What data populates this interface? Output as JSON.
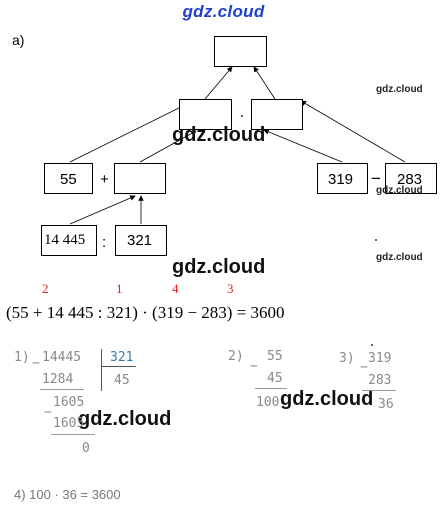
{
  "header": {
    "site_title": "gdz.cloud"
  },
  "part_label": "а)",
  "tree": {
    "leaf_a": "55",
    "plus_sign": "+",
    "leaf_b": "14 445",
    "div_sign": ":",
    "leaf_c": "321",
    "leaf_d": "319",
    "minus_sign": "−",
    "leaf_e": "283",
    "mult_sign": "·"
  },
  "watermarks": {
    "large": "gdz.cloud",
    "small": "gdz.cloud"
  },
  "order": {
    "n1": "2",
    "n2": "1",
    "n3": "4",
    "n4": "3"
  },
  "expression": "(55 + 14 445 : 321) · (319 − 283) = 3600",
  "calculations": {
    "step1_label": "1)",
    "step1_dividend": "14445",
    "step1_divisor": "321",
    "step1_sub1": "1284",
    "step1_quotient": "45",
    "step1_rem1": "1605",
    "step1_sub2": "1605",
    "step1_rem2": "0",
    "step2_label": "2)",
    "step2_a": "55",
    "step2_b": "45",
    "step2_result": "100",
    "step3_label": "3)",
    "step3_a": "319",
    "step3_b": "283",
    "step3_result": "36",
    "step4": "4) 100 · 36 = 3600"
  }
}
